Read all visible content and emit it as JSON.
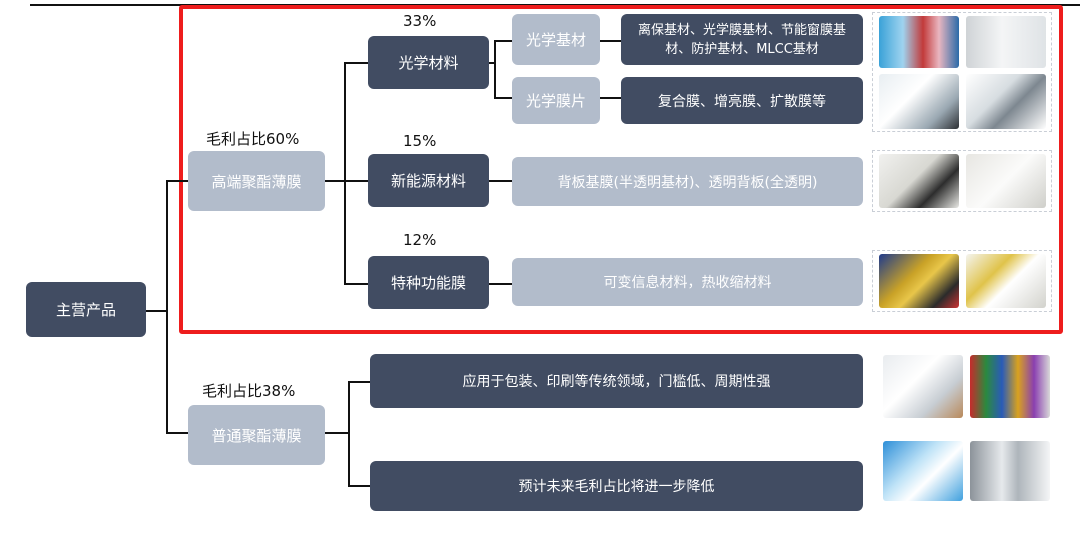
{
  "root": {
    "label": "主营产品"
  },
  "high_end": {
    "label": "高端聚酯薄膜",
    "margin_label": "毛利占比60%",
    "optical": {
      "label": "光学材料",
      "pct": "33%",
      "substrate": {
        "label": "光学基材",
        "desc": "离保基材、光学膜基材、节能窗膜基材、防护基材、MLCC基材"
      },
      "film": {
        "label": "光学膜片",
        "desc": "复合膜、增亮膜、扩散膜等"
      }
    },
    "new_energy": {
      "label": "新能源材料",
      "pct": "15%",
      "desc": "背板基膜(半透明基材)、透明背板(全透明)"
    },
    "special": {
      "label": "特种功能膜",
      "pct": "12%",
      "desc": "可变信息材料，热收缩材料"
    }
  },
  "common": {
    "label": "普通聚酯薄膜",
    "margin_label": "毛利占比38%",
    "desc1": "应用于包装、印刷等传统领域，门槛低、周期性强",
    "desc2": "预计未来毛利占比将进一步降低"
  }
}
